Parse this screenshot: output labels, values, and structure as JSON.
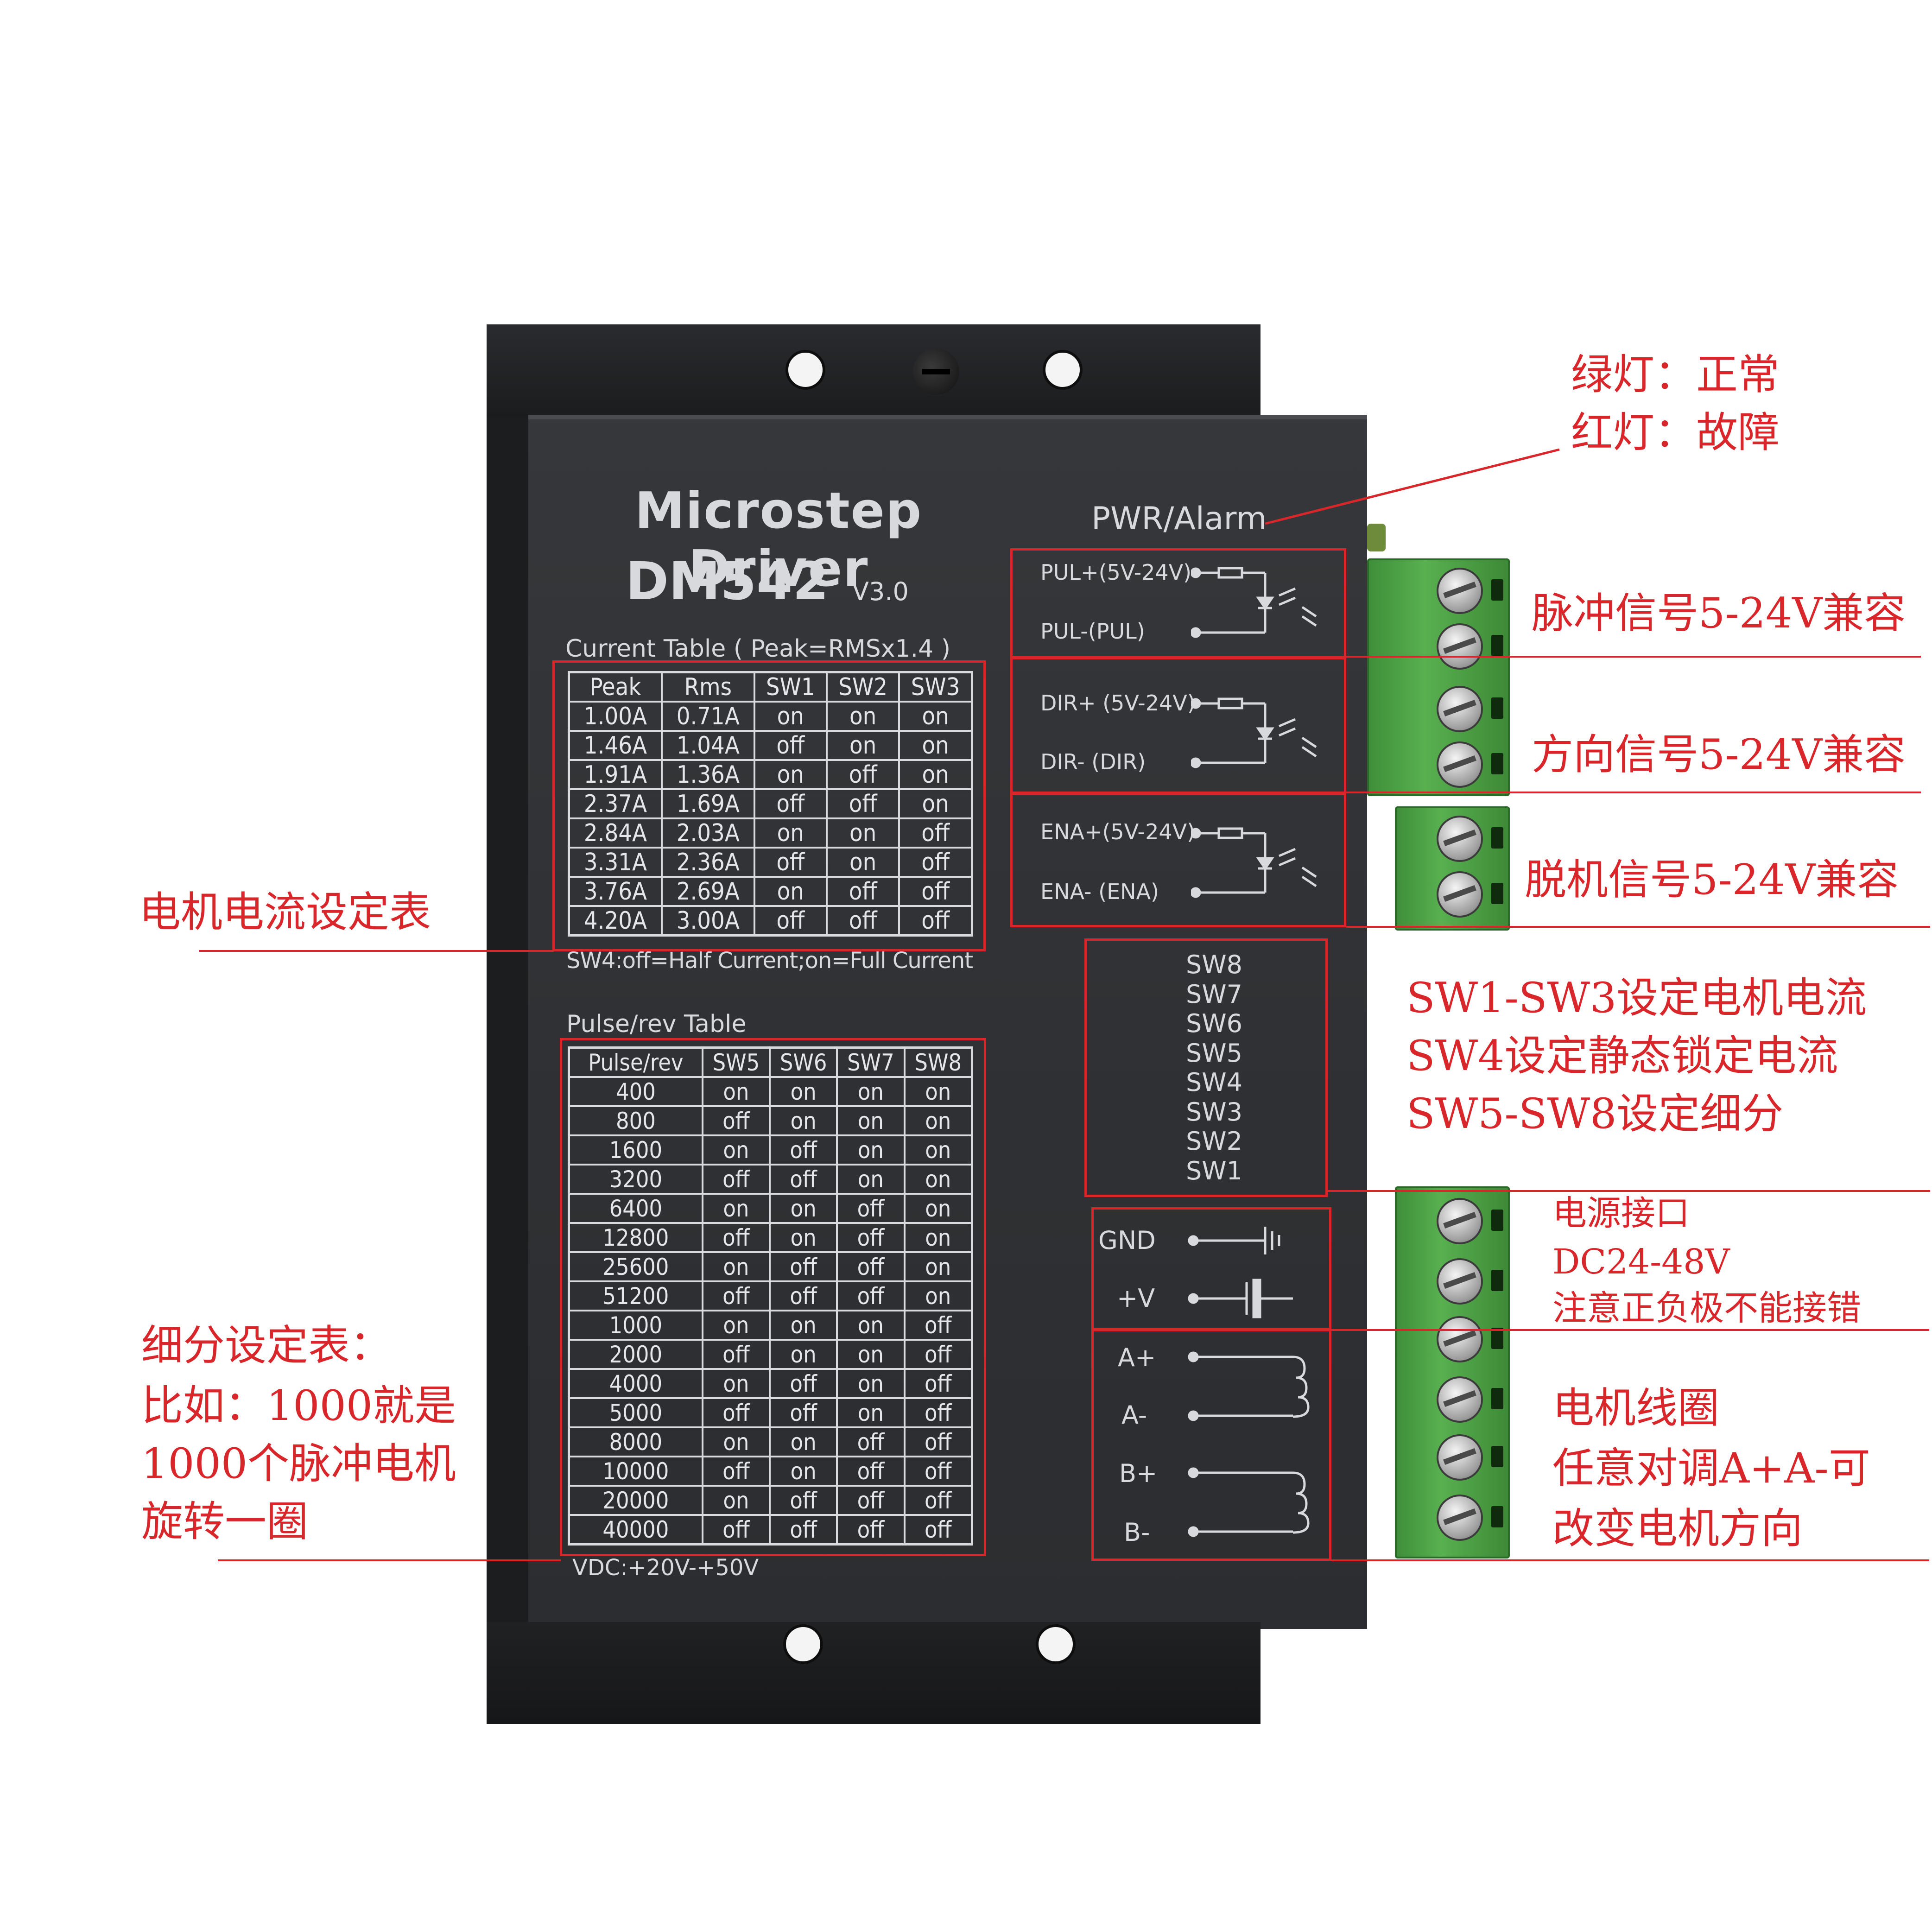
{
  "driver": {
    "title": "Microstep Driver",
    "model": "DM542",
    "version": "V3.0",
    "pwr_label": "PWR/Alarm",
    "current_caption": "Current Table ( Peak=RMSx1.4 )",
    "sw4_note": "SW4:off=Half Current;on=Full Current",
    "pulse_caption": "Pulse/rev Table",
    "vdc_note": "VDC:+20V-+50V"
  },
  "current_table": {
    "headers": [
      "Peak",
      "Rms",
      "SW1",
      "SW2",
      "SW3"
    ],
    "rows": [
      [
        "1.00A",
        "0.71A",
        "on",
        "on",
        "on"
      ],
      [
        "1.46A",
        "1.04A",
        "off",
        "on",
        "on"
      ],
      [
        "1.91A",
        "1.36A",
        "on",
        "off",
        "on"
      ],
      [
        "2.37A",
        "1.69A",
        "off",
        "off",
        "on"
      ],
      [
        "2.84A",
        "2.03A",
        "on",
        "on",
        "off"
      ],
      [
        "3.31A",
        "2.36A",
        "off",
        "on",
        "off"
      ],
      [
        "3.76A",
        "2.69A",
        "on",
        "off",
        "off"
      ],
      [
        "4.20A",
        "3.00A",
        "off",
        "off",
        "off"
      ]
    ]
  },
  "pulse_table": {
    "headers": [
      "Pulse/rev",
      "SW5",
      "SW6",
      "SW7",
      "SW8"
    ],
    "rows": [
      [
        "400",
        "on",
        "on",
        "on",
        "on"
      ],
      [
        "800",
        "off",
        "on",
        "on",
        "on"
      ],
      [
        "1600",
        "on",
        "off",
        "on",
        "on"
      ],
      [
        "3200",
        "off",
        "off",
        "on",
        "on"
      ],
      [
        "6400",
        "on",
        "on",
        "off",
        "on"
      ],
      [
        "12800",
        "off",
        "on",
        "off",
        "on"
      ],
      [
        "25600",
        "on",
        "off",
        "off",
        "on"
      ],
      [
        "51200",
        "off",
        "off",
        "off",
        "on"
      ],
      [
        "1000",
        "on",
        "on",
        "on",
        "off"
      ],
      [
        "2000",
        "off",
        "on",
        "on",
        "off"
      ],
      [
        "4000",
        "on",
        "off",
        "on",
        "off"
      ],
      [
        "5000",
        "off",
        "off",
        "on",
        "off"
      ],
      [
        "8000",
        "on",
        "on",
        "off",
        "off"
      ],
      [
        "10000",
        "off",
        "on",
        "off",
        "off"
      ],
      [
        "20000",
        "on",
        "off",
        "off",
        "off"
      ],
      [
        "40000",
        "off",
        "off",
        "off",
        "off"
      ]
    ]
  },
  "switches": [
    "SW8",
    "SW7",
    "SW6",
    "SW5",
    "SW4",
    "SW3",
    "SW2",
    "SW1"
  ],
  "signal_terminals": {
    "pul_plus": "PUL+(5V-24V)",
    "pul_minus": "PUL-(PUL)",
    "dir_plus": "DIR+ (5V-24V)",
    "dir_minus": "DIR- (DIR)",
    "ena_plus": "ENA+(5V-24V)",
    "ena_minus": "ENA- (ENA)"
  },
  "power_terminals": {
    "gnd": "GND",
    "vplus": "+V",
    "a_plus": "A+",
    "a_minus": "A-",
    "b_plus": "B+",
    "b_minus": "B-"
  },
  "annotations": {
    "led_green": "绿灯：正常",
    "led_red": "红灯：故障",
    "pulse_signal": "脉冲信号5-24V兼容",
    "dir_signal": "方向信号5-24V兼容",
    "ena_signal": "脱机信号5-24V兼容",
    "sw_line1": "SW1-SW3设定电机电流",
    "sw_line2": "SW4设定静态锁定电流",
    "sw_line3": "SW5-SW8设定细分",
    "power_line1": "电源接口",
    "power_line2": "DC24-48V",
    "power_line3": "注意正负极不能接错",
    "coil_line1": "电机线圈",
    "coil_line2": "任意对调A+A-可",
    "coil_line3": "改变电机方向",
    "current_table_note": "电机电流设定表",
    "pulse_line1": "细分设定表：",
    "pulse_line2": "比如：1000就是",
    "pulse_line3": "1000个脉冲电机",
    "pulse_line4": "旋转一圈"
  },
  "colors": {
    "annotation_red": "#d8262a",
    "driver_face": "#2e3033",
    "terminal_green": "#4ea146"
  }
}
